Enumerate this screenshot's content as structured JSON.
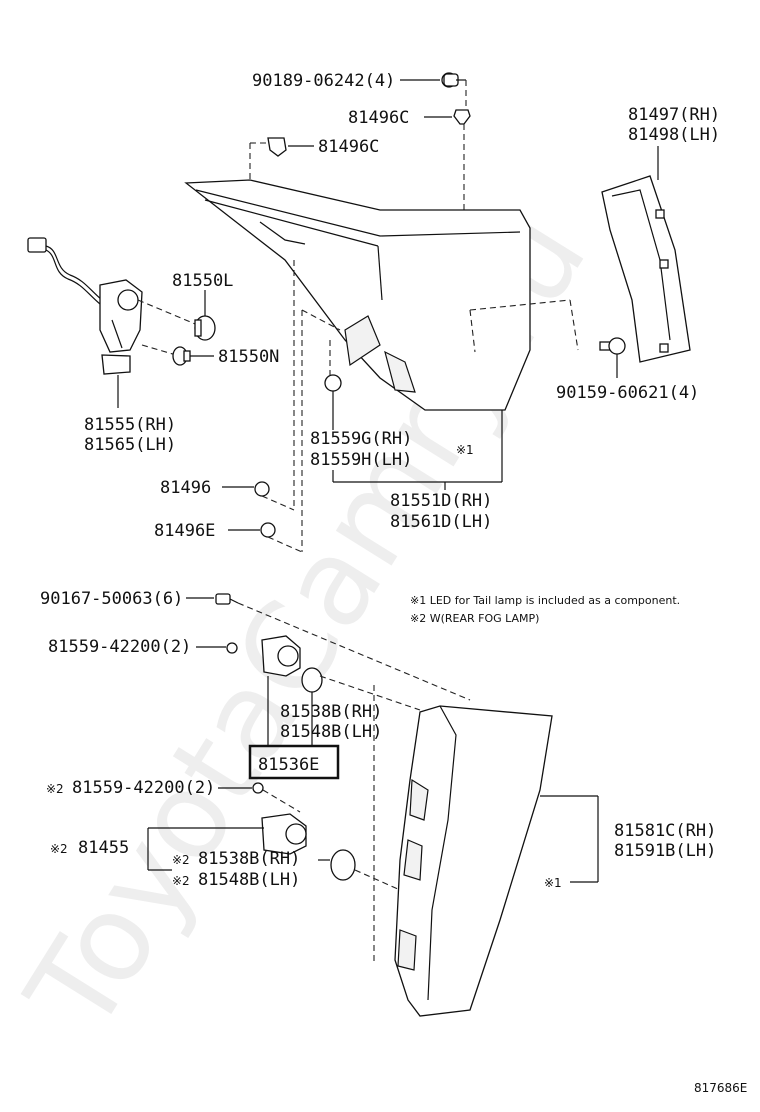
{
  "watermark": "ToyotaCamry.ru",
  "labels": {
    "p90189": "90189-06242(4)",
    "p81496C_a": "81496C",
    "p81496C_b": "81496C",
    "p81497": "81497(RH)",
    "p81498": "81498(LH)",
    "p81550L": "81550L",
    "p81550N": "81550N",
    "p90159": "90159-60621(4)",
    "p81555": "81555(RH)",
    "p81565": "81565(LH)",
    "p81559G": "81559G(RH)",
    "p81559H": "81559H(LH)",
    "p81496": "81496",
    "p81551D": "81551D(RH)",
    "p81561D": "81561D(LH)",
    "p81496E": "81496E",
    "p90167": "90167-50063(6)",
    "p81559_a": "81559-42200(2)",
    "p81538B": "81538B(RH)",
    "p81548B": "81548B(LH)",
    "p81536E": "81536E",
    "p81559_b": "81559-42200(2)",
    "p81455": "81455",
    "p81538B_2": "81538B(RH)",
    "p81548B_2": "81548B(LH)",
    "p81581C": "81581C(RH)",
    "p81591B": "81591B(LH)"
  },
  "marks": {
    "x1_a": "※1",
    "x1_b": "※1",
    "x2_a": "※2",
    "x2_b": "※2",
    "x2_c": "※2",
    "x2_d": "※2"
  },
  "notes": {
    "note1": "※1 LED for Tail lamp is included as a component.",
    "note2": "※2 W(REAR FOG LAMP)"
  },
  "figure_ref": "817686E"
}
